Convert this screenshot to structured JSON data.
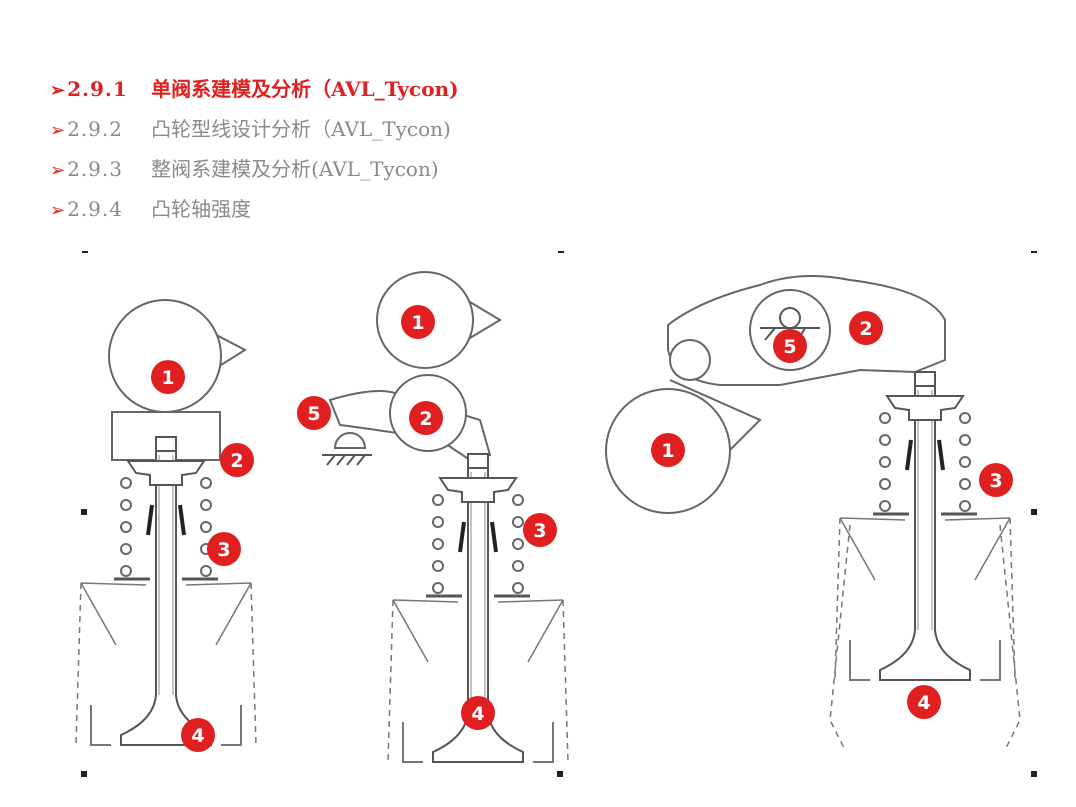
{
  "menu": {
    "items": [
      {
        "number": "2.9.1",
        "title": "单阀系建模及分析（AVL_Tycon)",
        "active": true
      },
      {
        "number": "2.9.2",
        "title": "凸轮型线设计分析（AVL_Tycon)",
        "active": false
      },
      {
        "number": "2.9.3",
        "title": "整阀系建模及分析(AVL_Tycon)",
        "active": false
      },
      {
        "number": "2.9.4",
        "title": "凸轮轴强度",
        "active": false
      }
    ],
    "bullet_icon": "arrow-bullet-icon"
  },
  "figure": {
    "badge_color": "#e02020",
    "diagram1": {
      "labels": [
        "1",
        "2",
        "3",
        "4"
      ]
    },
    "diagram2": {
      "labels": [
        "1",
        "5",
        "2",
        "3",
        "4"
      ]
    },
    "diagram3": {
      "labels": [
        "2",
        "5",
        "1",
        "3",
        "4"
      ]
    }
  }
}
